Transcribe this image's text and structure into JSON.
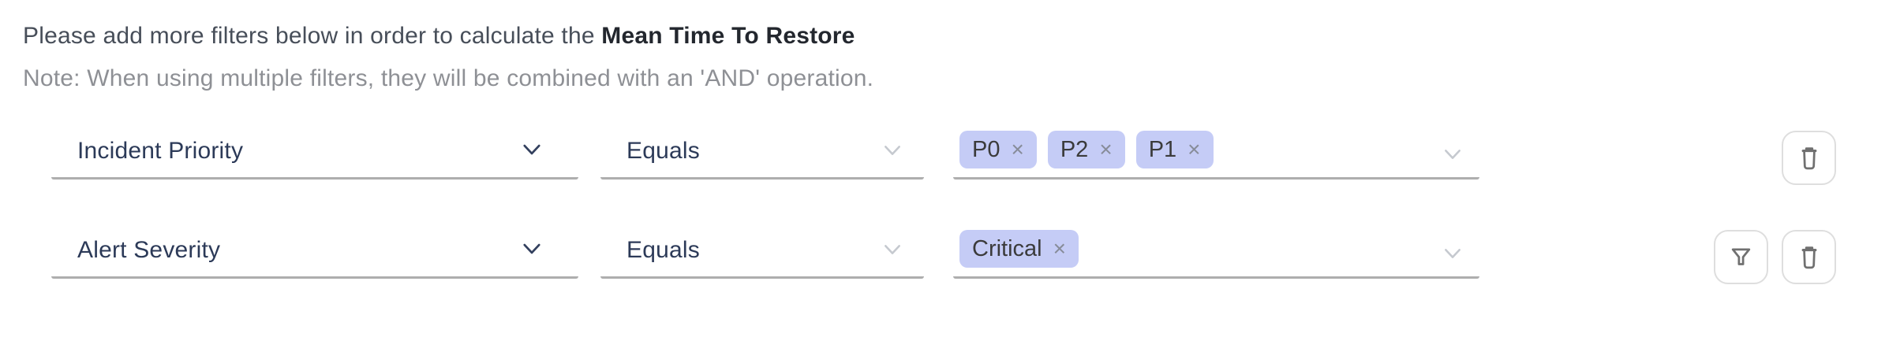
{
  "header": {
    "intro": "Please add more filters below in order to calculate the ",
    "metric": "Mean Time To Restore",
    "note": "Note: When using multiple filters, they will be combined with an 'AND' operation."
  },
  "glyphs": {
    "tag_remove": "×"
  },
  "icons": {
    "select_indicator": "chevron-down-icon",
    "row1_actions": [
      "trash-icon"
    ],
    "row2_actions": [
      "funnel-icon",
      "trash-icon"
    ]
  },
  "colors": {
    "tag_background": "#c5ccf6",
    "field_label": "#2c3a58",
    "note_text": "#8e9095",
    "underline": "#aeaeae",
    "button_border": "#dedede",
    "icon": "#707070"
  },
  "rows": [
    {
      "field_label": "Incident Priority",
      "operator_label": "Equals",
      "values": [
        "P0",
        "P2",
        "P1"
      ]
    },
    {
      "field_label": "Alert Severity",
      "operator_label": "Equals",
      "values": [
        "Critical"
      ]
    }
  ]
}
